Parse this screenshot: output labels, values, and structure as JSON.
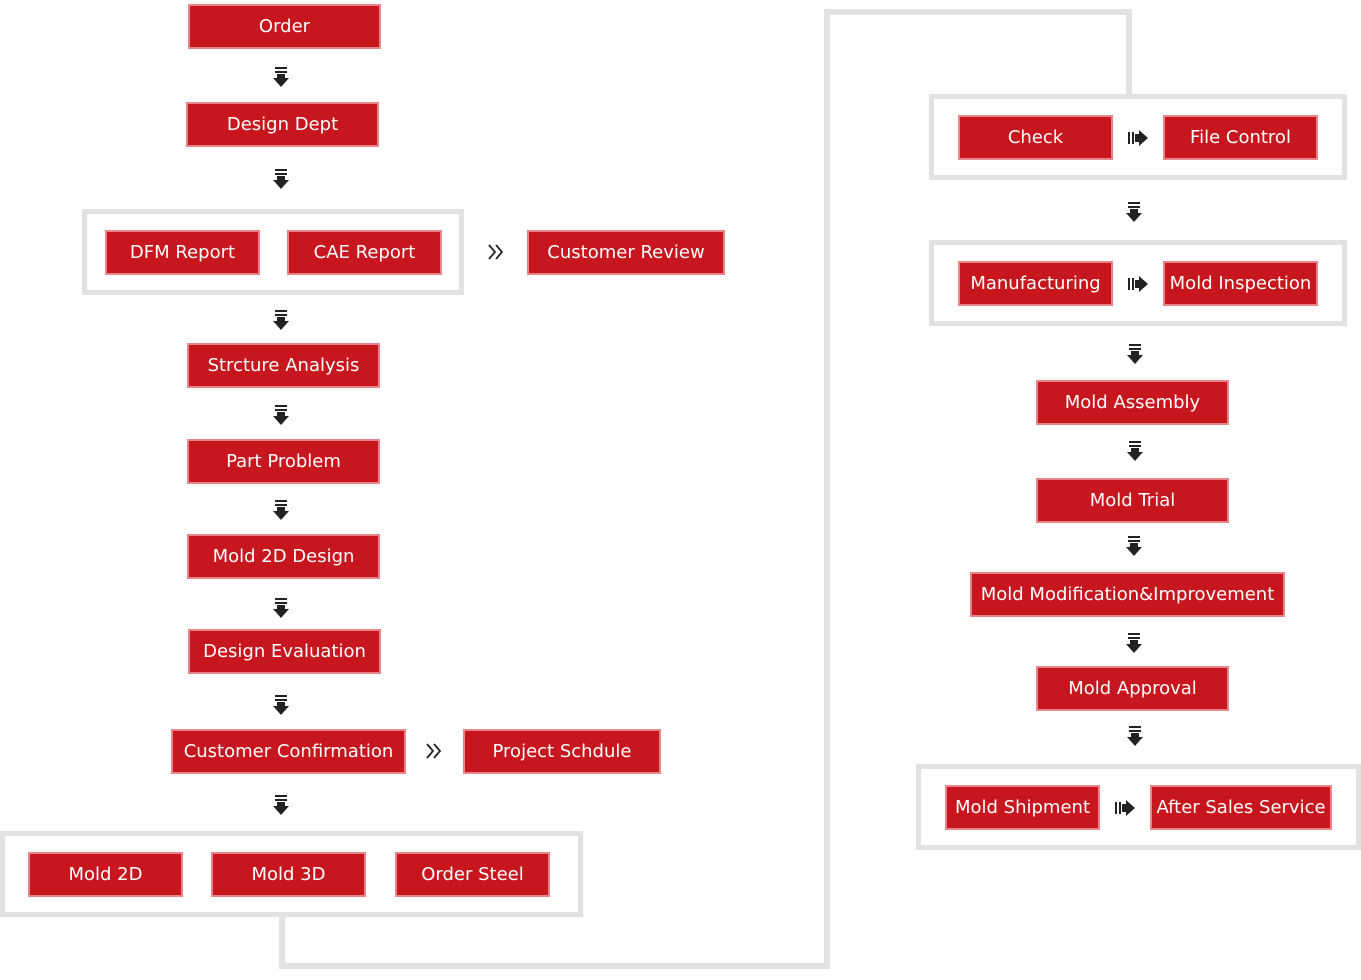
{
  "steps": {
    "order": "Order",
    "design_dept": "Design Dept",
    "dfm_report": "DFM Report",
    "cae_report": "CAE Report",
    "customer_review": "Customer Review",
    "structure_analysis": "Strcture Analysis",
    "part_problem": "Part Problem",
    "mold_2d_design": "Mold 2D Design",
    "design_evaluation": "Design Evaluation",
    "customer_confirmation": "Customer Confirmation",
    "project_schedule": "Project Schdule",
    "mold_2d": "Mold 2D",
    "mold_3d": "Mold 3D",
    "order_steel": "Order Steel",
    "check": "Check",
    "file_control": "File Control",
    "manufacturing": "Manufacturing",
    "mold_inspection": "Mold Inspection",
    "mold_assembly": "Mold Assembly",
    "mold_trial": "Mold Trial",
    "mold_modification": "Mold Modification&Improvement",
    "mold_approval": "Mold Approval",
    "mold_shipment": "Mold Shipment",
    "after_sales_service": "After Sales Service"
  },
  "icons": {
    "down": "double-down-arrow-icon",
    "right": "double-right-arrow-icon",
    "chevron": "double-chevron-right-icon"
  },
  "colors": {
    "box_fill": "#c8161e",
    "box_border": "#e8858a",
    "group_border": "#e2e2e2",
    "arrow": "#222222"
  }
}
